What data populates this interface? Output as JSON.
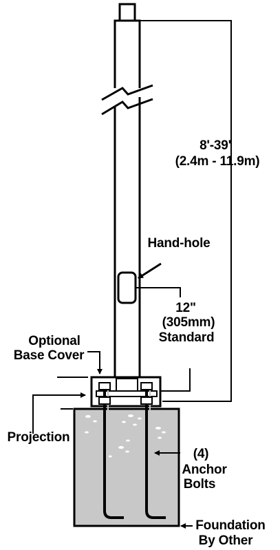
{
  "diagram": {
    "height_range_ft": "8'-39'",
    "height_range_m": "(2.4m - 11.9m)",
    "hand_hole_label": "Hand-hole",
    "hand_hole_height_in": "12\"",
    "hand_hole_height_mm": "(305mm)",
    "hand_hole_height_note": "Standard",
    "base_cover_line1": "Optional",
    "base_cover_line2": "Base Cover",
    "projection_label": "Projection",
    "anchor_count": "(4)",
    "anchor_line1": "Anchor",
    "anchor_line2": "Bolts",
    "foundation_line1": "Foundation",
    "foundation_line2": "By Other"
  },
  "colors": {
    "foundation_fill": "#c8c8c8",
    "line": "#000000",
    "background": "#ffffff"
  }
}
